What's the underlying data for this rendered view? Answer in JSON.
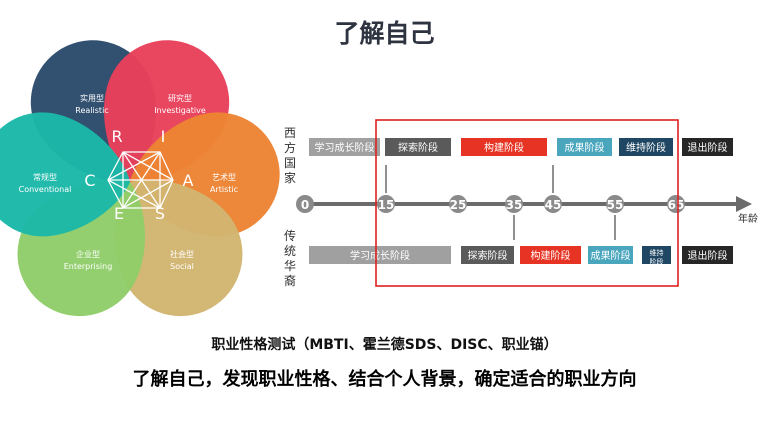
{
  "title": "了解自己",
  "riasec": {
    "petals": [
      {
        "id": "R",
        "name": "实用型",
        "en": "Realistic",
        "color": "#2b4a6b"
      },
      {
        "id": "I",
        "name": "研究型",
        "en": "Investigative",
        "color": "#e8405b"
      },
      {
        "id": "A",
        "name": "艺术型",
        "en": "Artistic",
        "color": "#ec8434"
      },
      {
        "id": "S",
        "name": "社会型",
        "en": "Social",
        "color": "#d2b56f"
      },
      {
        "id": "E",
        "name": "企业型",
        "en": "Enterprising",
        "color": "#8fcd69"
      },
      {
        "id": "C",
        "name": "常规型",
        "en": "Conventional",
        "color": "#1bb8a8"
      }
    ]
  },
  "timeline": {
    "west_label": "西方国家",
    "east_label": "传统华裔",
    "axis_unit": "年龄",
    "ticks": [
      "0",
      "15",
      "25",
      "35",
      "45",
      "55",
      "65"
    ],
    "west_stages": [
      {
        "label": "学习成长阶段",
        "color": "#a0a0a0"
      },
      {
        "label": "探索阶段",
        "color": "#5a5a5a"
      },
      {
        "label": "构建阶段",
        "color": "#e63323"
      },
      {
        "label": "成果阶段",
        "color": "#4aa6bd"
      },
      {
        "label": "维持阶段",
        "color": "#1f4663"
      },
      {
        "label": "退出阶段",
        "color": "#262626"
      }
    ],
    "east_stages": [
      {
        "label": "学习成长阶段",
        "color": "#a0a0a0"
      },
      {
        "label": "探索阶段",
        "color": "#5a5a5a"
      },
      {
        "label": "构建阶段",
        "color": "#e63323"
      },
      {
        "label": "成果阶段",
        "color": "#4aa6bd"
      },
      {
        "label": "维持阶段",
        "color": "#1f4663"
      },
      {
        "label": "退出阶段",
        "color": "#262626"
      }
    ],
    "highlight_color": "#e02020"
  },
  "caption_tests": "职业性格测试（MBTI、霍兰德SDS、DISC、职业锚）",
  "caption_main": "了解自己，发现职业性格、结合个人背景，确定适合的职业方向"
}
